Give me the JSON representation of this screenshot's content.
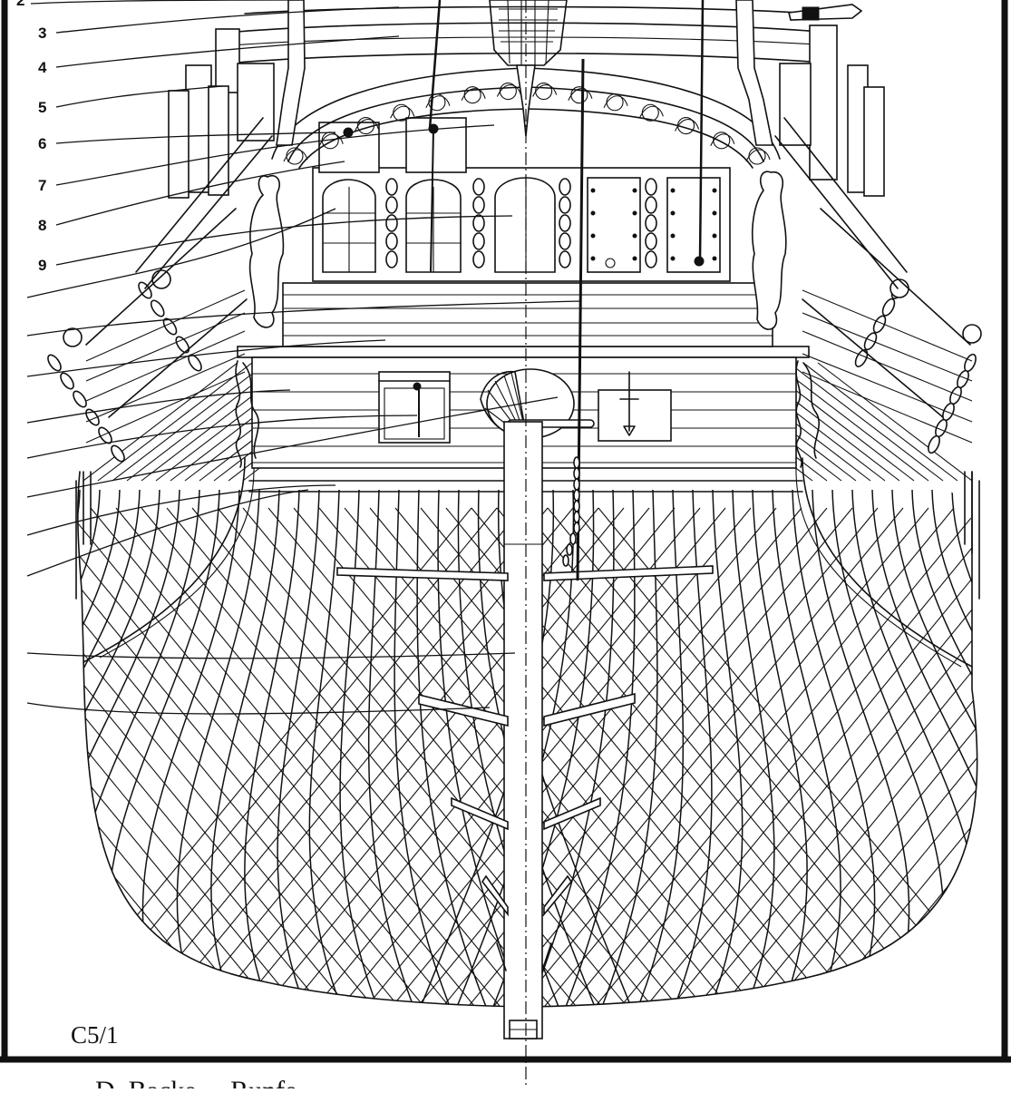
{
  "diagram": {
    "callout_numbers": [
      "2",
      "3",
      "4",
      "5",
      "6",
      "7",
      "8",
      "9"
    ],
    "sheet_code": "C5/1",
    "caption": "D. Backe  ...  Runfe"
  },
  "colors": {
    "ink": "#111111",
    "paper": "#ffffff"
  }
}
